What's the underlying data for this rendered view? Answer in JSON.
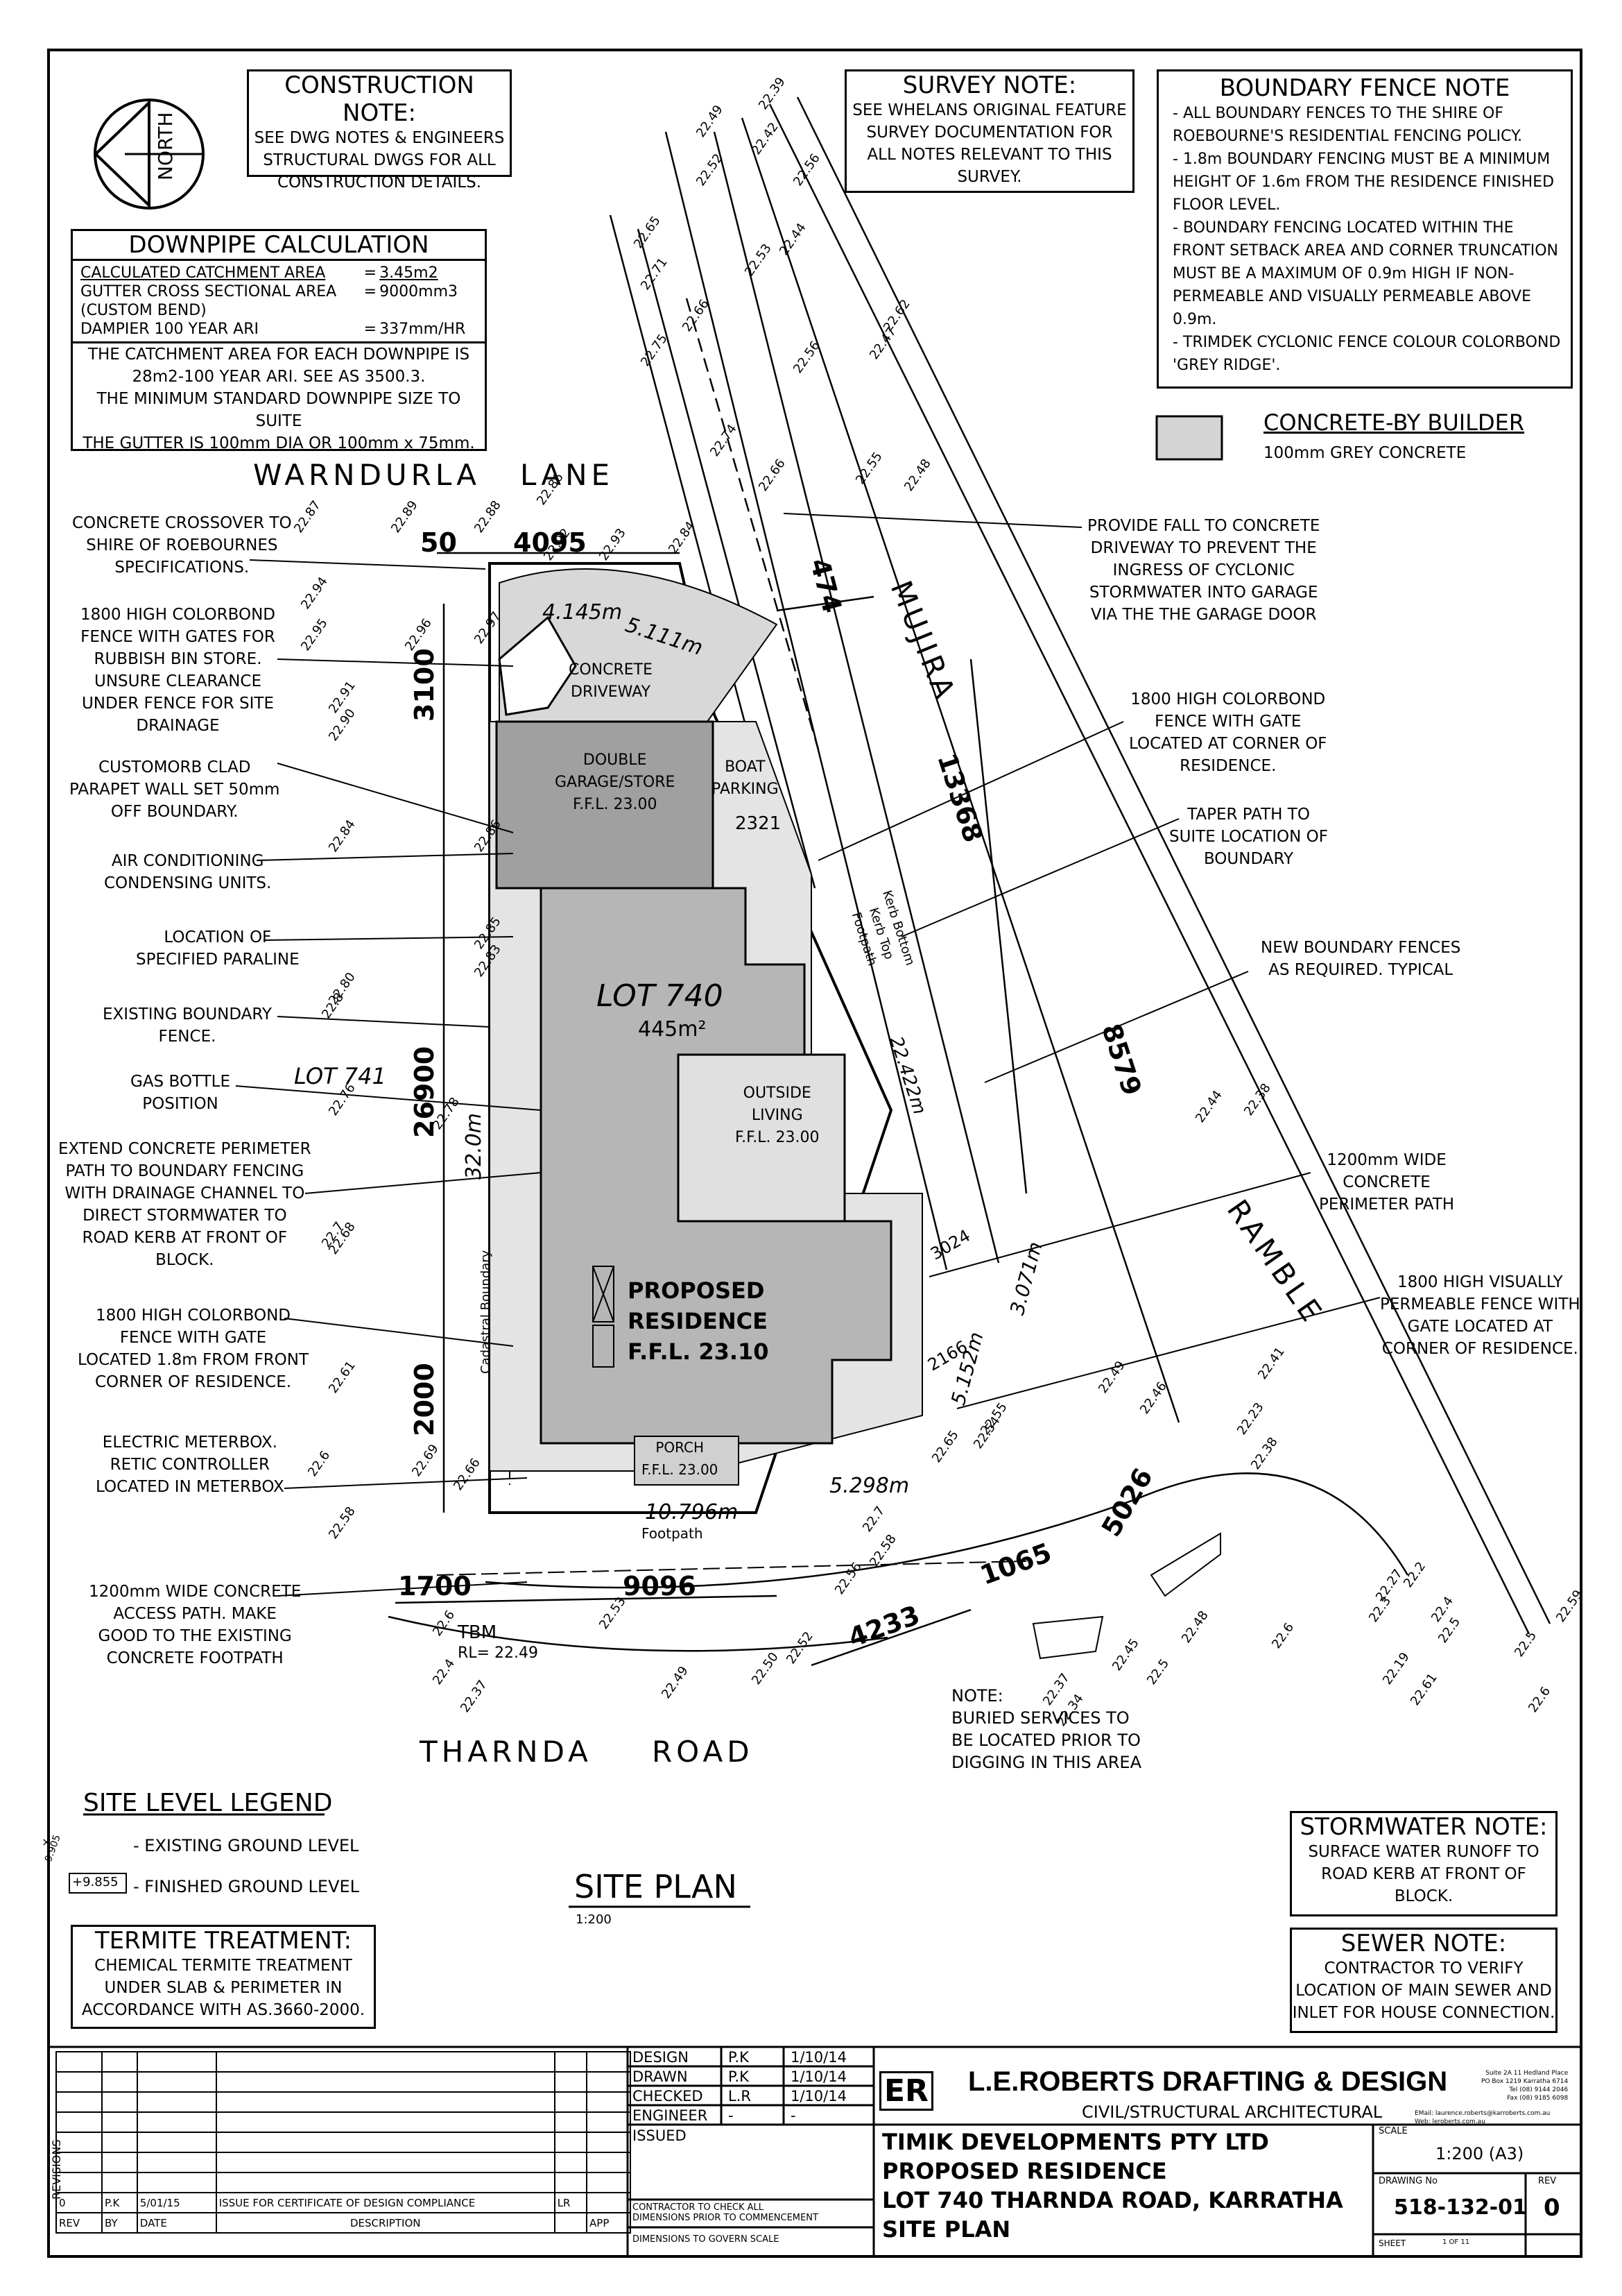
{
  "north": {
    "label": "NORTH"
  },
  "construction_note": {
    "title": "CONSTRUCTION NOTE:",
    "lines": [
      "SEE DWG NOTES & ENGINEERS",
      "STRUCTURAL DWGS FOR ALL",
      "CONSTRUCTION DETAILS."
    ]
  },
  "survey_note": {
    "title": "SURVEY NOTE:",
    "lines": [
      "SEE WHELANS ORIGINAL FEATURE",
      "SURVEY DOCUMENTATION FOR",
      "ALL NOTES RELEVANT TO THIS",
      "SURVEY."
    ]
  },
  "boundary_fence_note": {
    "title": "BOUNDARY FENCE NOTE",
    "items": [
      "ALL BOUNDARY FENCES TO THE SHIRE OF ROEBOURNE'S RESIDENTIAL FENCING POLICY.",
      "1.8m BOUNDARY FENCING MUST BE A MINIMUM HEIGHT OF 1.6m FROM THE RESIDENCE FINISHED FLOOR LEVEL.",
      "BOUNDARY FENCING LOCATED WITHIN THE FRONT SETBACK AREA AND CORNER TRUNCATION MUST BE A MAXIMUM OF 0.9m HIGH IF NON-PERMEABLE AND VISUALLY PERMEABLE ABOVE 0.9m.",
      "TRIMDEK CYCLONIC FENCE COLOUR COLORBOND 'GREY RIDGE'."
    ]
  },
  "downpipe": {
    "title": "DOWNPIPE CALCULATION",
    "rows": [
      {
        "label": "CALCULATED CATCHMENT AREA",
        "eq": "=",
        "value": "3.45m2"
      },
      {
        "label": "GUTTER CROSS SECTIONAL AREA",
        "eq": "=",
        "value": "9000mm3"
      },
      {
        "label": "(CUSTOM BEND)",
        "eq": "",
        "value": ""
      },
      {
        "label": "DAMPIER 100 YEAR ARI",
        "eq": "=",
        "value": "337mm/HR"
      }
    ],
    "footer": [
      "THE CATCHMENT AREA FOR EACH DOWNPIPE IS",
      "28m2-100 YEAR ARI. SEE AS 3500.3.",
      "THE MINIMUM STANDARD DOWNPIPE SIZE TO SUITE",
      "THE GUTTER IS 100mm DIA OR 100mm x 75mm."
    ]
  },
  "concrete_legend": {
    "title": "CONCRETE-BY BUILDER",
    "sub": "100mm GREY CONCRETE"
  },
  "streets": {
    "warndurla": "WARNDURLA",
    "lane": "LANE",
    "mujira": "MUJIRA",
    "ramble": "RAMBLE",
    "tharnda": "THARNDA",
    "road": "ROAD"
  },
  "left_notes": [
    "CONCRETE CROSSOVER TO\nSHIRE OF ROEBOURNES\nSPECIFICATIONS.",
    "1800 HIGH COLORBOND\nFENCE WITH GATES FOR\nRUBBISH BIN STORE.\nUNSURE CLEARANCE\nUNDER FENCE FOR SITE\nDRAINAGE",
    "CUSTOMORB CLAD\nPARAPET WALL SET 50mm\nOFF BOUNDARY.",
    "AIR CONDITIONING\nCONDENSING UNITS.",
    "LOCATION OF\nSPECIFIED PARALINE",
    "EXISTING BOUNDARY\nFENCE.",
    "GAS BOTTLE\nPOSITION",
    "EXTEND CONCRETE PERIMETER\nPATH TO BOUNDARY FENCING\nWITH DRAINAGE CHANNEL TO\nDIRECT STORMWATER TO\nROAD KERB AT FRONT OF\nBLOCK.",
    "1800 HIGH COLORBOND\nFENCE WITH GATE\nLOCATED 1.8m FROM FRONT\nCORNER OF RESIDENCE.",
    "ELECTRIC METERBOX.\nRETIC CONTROLLER\nLOCATED IN METERBOX",
    "1200mm WIDE CONCRETE\nACCESS PATH. MAKE\nGOOD TO THE EXISTING\nCONCRETE FOOTPATH"
  ],
  "right_notes": [
    "PROVIDE FALL TO CONCRETE\nDRIVEWAY TO PREVENT THE\nINGRESS OF CYCLONIC\nSTORMWATER INTO GARAGE\nVIA THE THE GARAGE DOOR",
    "1800 HIGH COLORBOND\nFENCE WITH GATE\nLOCATED AT CORNER OF\nRESIDENCE.",
    "TAPER PATH TO\nSUITE LOCATION OF\nBOUNDARY",
    "NEW BOUNDARY FENCES\nAS REQUIRED. TYPICAL",
    "1200mm WIDE\nCONCRETE\nPERIMETER PATH",
    "1800 HIGH VISUALLY\nPERMEABLE FENCE WITH\nGATE LOCATED AT\nCORNER OF RESIDENCE."
  ],
  "rooms": {
    "garage": "DOUBLE\nGARAGE/STORE\nF.F.L. 23.00",
    "driveway": "CONCRETE\nDRIVEWAY",
    "boat": "BOAT\nPARKING",
    "lot": "LOT 740",
    "lot_area": "445m²",
    "outside": "OUTSIDE\nLIVING\nF.F.L. 23.00",
    "residence": "PROPOSED\nRESIDENCE\nF.F.L. 23.10",
    "porch": "PORCH\nF.F.L. 23.00",
    "lot741": "LOT 741",
    "footpath": "Footpath",
    "kerb": "Kerb Bottom\nKerb Top\nFootpath",
    "cadastral": "Cadastral Boundary"
  },
  "dimensions": {
    "d50": "50",
    "d4095": "4095",
    "d3100": "3100",
    "d26900": "26900",
    "d2000": "2000",
    "d1700": "1700",
    "d9096": "9096",
    "d4233": "4233",
    "d1065": "1065",
    "d5026": "5026",
    "d474": "474",
    "d13368": "13368",
    "d8579": "8579",
    "d3024": "3024",
    "d2166": "2166",
    "l4145": "4.145m",
    "l5111": "5.111m",
    "l32": "32.0m",
    "l10796": "10.796m",
    "l5298": "5.298m",
    "l5152": "5.152m",
    "l3071": "3.071m",
    "l22422": "22.422m",
    "l2321": "2321"
  },
  "levels": [
    "22.49",
    "22.39",
    "22.52",
    "22.42",
    "22.56",
    "22.44",
    "22.65",
    "22.53",
    "22.71",
    "22.66",
    "22.75",
    "22.56",
    "22.47",
    "22.62",
    "22.55",
    "22.48",
    "22.74",
    "22.66",
    "22.89",
    "22.87",
    "22.88",
    "22.86",
    "22.92",
    "22.93",
    "22.84",
    "22.94",
    "22.95",
    "22.96",
    "22.97",
    "22.91",
    "22.90",
    "22.86",
    "22.84",
    "22.85",
    "22.83",
    "22.80",
    "22.8",
    "22.76",
    "22.78",
    "22.7",
    "22.68",
    "22.61",
    "22.6",
    "22.58",
    "22.69",
    "22.66",
    "22.6",
    "22.4",
    "22.37",
    "22.53",
    "22.49",
    "22.50",
    "22.52",
    "22.56",
    "22.58",
    "22.7",
    "22.65",
    "22.55",
    "22.54",
    "22.49",
    "22.46",
    "22.23",
    "22.41",
    "22.38",
    "22.27",
    "22.3",
    "22.19",
    "22.2",
    "22.4",
    "22.5",
    "22.6",
    "22.59",
    "22.61",
    "22.5",
    "22.6",
    "22.5",
    "22.45",
    "22.37",
    "22.34",
    "22.48",
    "22.44",
    "22.38"
  ],
  "tbm": {
    "label": "TBM",
    "rl": "RL= 22.49"
  },
  "buried_note": "NOTE:\nBURIED SERVICES TO\nBE LOCATED PRIOR TO\nDIGGING IN THIS AREA",
  "level_legend": {
    "title": "SITE LEVEL LEGEND",
    "existing_sample": "9.905",
    "existing": "- EXISTING GROUND LEVEL",
    "finished_sample": "+9.855",
    "finished": "- FINISHED GROUND LEVEL"
  },
  "site_plan": {
    "title": "SITE PLAN",
    "scale": "1:200"
  },
  "termite": {
    "title": "TERMITE TREATMENT:",
    "lines": [
      "CHEMICAL TERMITE TREATMENT",
      "UNDER SLAB & PERIMETER IN",
      "ACCORDANCE WITH AS.3660-2000."
    ]
  },
  "stormwater": {
    "title": "STORMWATER NOTE:",
    "lines": [
      "SURFACE WATER RUNOFF TO",
      "ROAD KERB AT FRONT OF",
      "BLOCK."
    ]
  },
  "sewer": {
    "title": "SEWER NOTE:",
    "lines": [
      "CONTRACTOR TO VERIFY",
      "LOCATION OF MAIN SEWER AND",
      "INLET FOR HOUSE CONNECTION."
    ]
  },
  "title_block": {
    "revisions_label": "REVISIONS",
    "rev_row": {
      "rev": "0",
      "by": "P.K",
      "date": "5/01/15",
      "desc": "ISSUE FOR CERTIFICATE OF DESIGN COMPLIANCE",
      "chk": "LR",
      "app": ""
    },
    "rev_headers": [
      "REV",
      "BY",
      "DATE",
      "DESCRIPTION",
      "",
      "APP"
    ],
    "signoff": [
      {
        "role": "DESIGN",
        "who": "P.K",
        "date": "1/10/14"
      },
      {
        "role": "DRAWN",
        "who": "P.K",
        "date": "1/10/14"
      },
      {
        "role": "CHECKED",
        "who": "L.R",
        "date": "1/10/14"
      },
      {
        "role": "ENGINEER",
        "who": "-",
        "date": "-"
      },
      {
        "role": "ISSUED",
        "who": "",
        "date": ""
      }
    ],
    "contractor": "CONTRACTOR TO CHECK ALL\nDIMENSIONS PRIOR TO COMMENCEMENT",
    "dims_note": "DIMENSIONS TO GOVERN SCALE",
    "logo": "ER",
    "company": "L.E.ROBERTS DRAFTING & DESIGN",
    "subtitle": "CIVIL/STRUCTURAL ARCHITECTURAL",
    "address": "Suite 2A 11 Hedland Place\nPO Box 1219 Karratha 6714\nTel (08) 9144 2046\nFax (08) 9185 6098",
    "emails": "EMail: laurence.roberts@karroberts.com.au\nWeb: leroberts.com.au",
    "project": [
      "TIMIK DEVELOPMENTS PTY LTD",
      "PROPOSED RESIDENCE",
      "LOT 740 THARNDA ROAD, KARRATHA",
      "SITE PLAN"
    ],
    "scale_label": "SCALE",
    "scale": "1:200 (A3)",
    "drawing_no_label": "DRAWING No",
    "drawing_no": "518-132-01",
    "rev_label": "REV",
    "rev": "0",
    "sheet_label": "SHEET",
    "sheet": "1 OF 11"
  }
}
